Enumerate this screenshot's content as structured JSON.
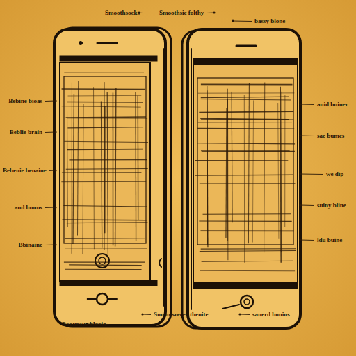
{
  "diagram": {
    "labels": [
      "Smoothsocks",
      "Smoothsie folthy",
      "bassy blone",
      "Bebine bioas",
      "Beblie brain",
      "Bebenie beuaine",
      "and bunns",
      "Bbinaine",
      "auid buiner",
      "sae bumes",
      "we dip",
      "suiny bline",
      "ldu buine",
      "Bopuraur blaoia",
      "Smeuusrecer thenite",
      "sanerd bonins"
    ]
  }
}
